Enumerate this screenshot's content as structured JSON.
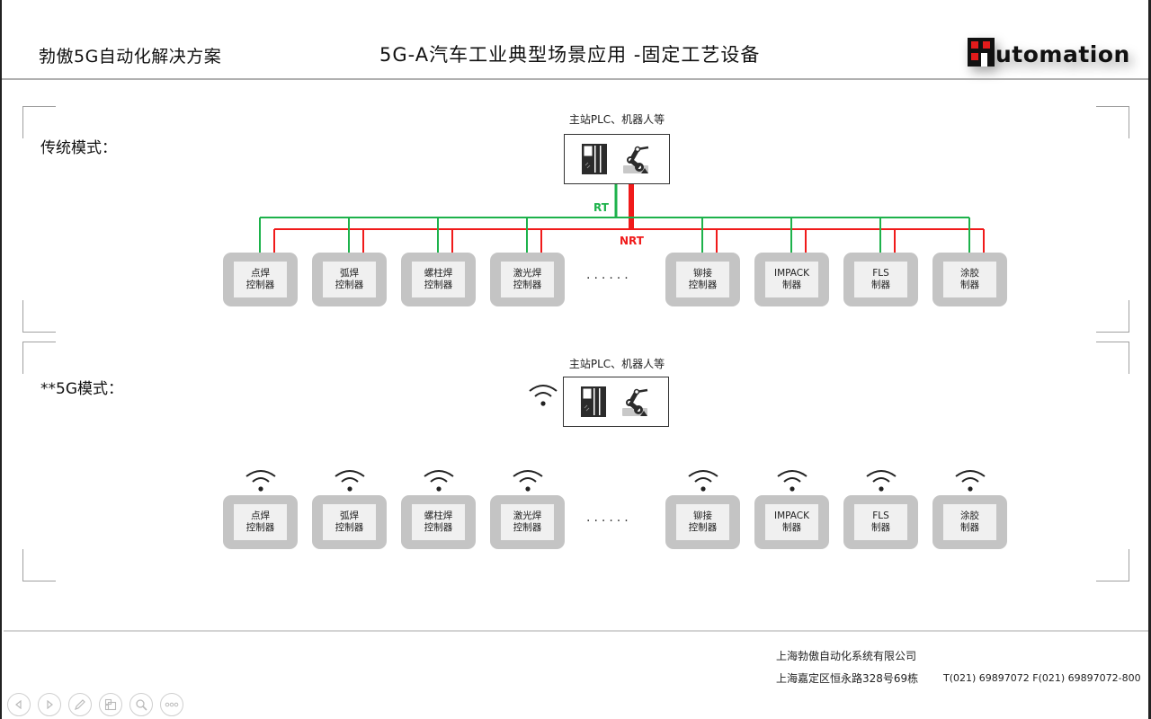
{
  "header": {
    "left_title": "勃傲5G自动化解决方案",
    "title": "5G-A汽车工业典型场景应用 -固定工艺设备",
    "logo_text": "utomation",
    "logo_colors": {
      "mark": "#111111",
      "accent": "#e31b1b"
    }
  },
  "traditional": {
    "label": "传统模式：",
    "master_caption": "主站PLC、机器人等",
    "rt_label": "RT",
    "nrt_label": "NRT",
    "colors": {
      "rt": "#1db24b",
      "nrt": "#f01a1a"
    },
    "ellipsis": "······",
    "controllers": [
      {
        "line1": "点焊",
        "line2": "控制器"
      },
      {
        "line1": "弧焊",
        "line2": "控制器"
      },
      {
        "line1": "螺柱焊",
        "line2": "控制器"
      },
      {
        "line1": "激光焊",
        "line2": "控制器"
      },
      {
        "line1": "铆接",
        "line2": "控制器"
      },
      {
        "line1": "IMPACK",
        "line2": "制器"
      },
      {
        "line1": "FLS",
        "line2": "制器"
      },
      {
        "line1": "涂胶",
        "line2": "制器"
      }
    ]
  },
  "fiveg": {
    "label": "**5G模式：",
    "master_caption": "主站PLC、机器人等",
    "ellipsis": "······",
    "controllers": [
      {
        "line1": "点焊",
        "line2": "控制器"
      },
      {
        "line1": "弧焊",
        "line2": "控制器"
      },
      {
        "line1": "螺柱焊",
        "line2": "控制器"
      },
      {
        "line1": "激光焊",
        "line2": "控制器"
      },
      {
        "line1": "铆接",
        "line2": "控制器"
      },
      {
        "line1": "IMPACK",
        "line2": "制器"
      },
      {
        "line1": "FLS",
        "line2": "制器"
      },
      {
        "line1": "涂胶",
        "line2": "制器"
      }
    ]
  },
  "footer": {
    "company": "上海勃傲自动化系统有限公司",
    "address": "上海嘉定区恒永路328号69栋",
    "phones": "T(021) 69897072  F(021) 69897072-800"
  },
  "navigation": {
    "buttons": [
      {
        "icon": "previous-icon"
      },
      {
        "icon": "next-icon"
      },
      {
        "icon": "pen-icon"
      },
      {
        "icon": "slides-icon"
      },
      {
        "icon": "zoom-icon"
      },
      {
        "icon": "more-icon"
      }
    ]
  }
}
